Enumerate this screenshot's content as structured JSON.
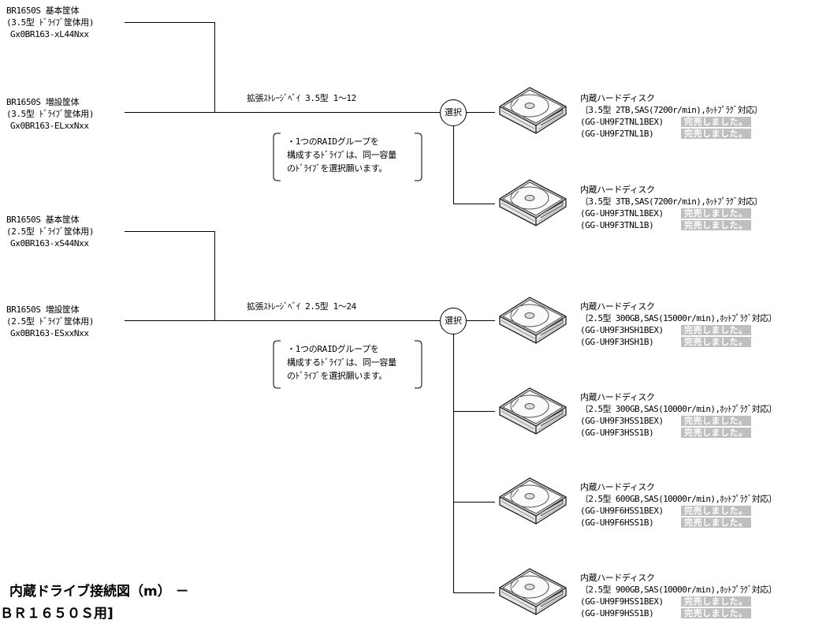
{
  "enclosures": [
    {
      "name": "BR1650S 基本筐体",
      "type": "(3.5型 ﾄﾞﾗｲﾌﾞ筐体用)",
      "model": "Gx0BR163-xL44Nxx"
    },
    {
      "name": "BR1650S 増設筐体",
      "type": "(3.5型 ﾄﾞﾗｲﾌﾞ筐体用)",
      "model": "Gx0BR163-ELxxNxx"
    },
    {
      "name": "BR1650S 基本筐体",
      "type": "(2.5型 ﾄﾞﾗｲﾌﾞ筐体用)",
      "model": "Gx0BR163-xS44Nxx"
    },
    {
      "name": "BR1650S 増設筐体",
      "type": "(2.5型 ﾄﾞﾗｲﾌﾞ筐体用)",
      "model": "Gx0BR163-ESxxNxx"
    }
  ],
  "bays": [
    {
      "label": "拡張ｽﾄﾚｰｼﾞﾍﾞｲ 3.5型 1～12"
    },
    {
      "label": "拡張ｽﾄﾚｰｼﾞﾍﾞｲ 2.5型 1～24"
    }
  ],
  "select_label": "選択",
  "note_lines": [
    "・1つのRAIDグループを",
    "構成するﾄﾞﾗｲﾌﾞは、同一容量",
    "のﾄﾞﾗｲﾌﾞを選択願います。"
  ],
  "disks": [
    {
      "title": "内蔵ハードディスク",
      "spec": "〔3.5型 2TB,SAS(7200r/min),ﾎｯﾄﾌﾟﾗｸﾞ対応〕",
      "codes": [
        "(GG-UH9F2TNL1BEX)",
        "(GG-UH9F2TNL1B)"
      ]
    },
    {
      "title": "内蔵ハードディスク",
      "spec": "〔3.5型 3TB,SAS(7200r/min),ﾎｯﾄﾌﾟﾗｸﾞ対応〕",
      "codes": [
        "(GG-UH9F3TNL1BEX)",
        "(GG-UH9F3TNL1B)"
      ]
    },
    {
      "title": "内蔵ハードディスク",
      "spec": "〔2.5型 300GB,SAS(15000r/min),ﾎｯﾄﾌﾟﾗｸﾞ対応〕",
      "codes": [
        "(GG-UH9F3HSH1BEX)",
        "(GG-UH9F3HSH1B)"
      ]
    },
    {
      "title": "内蔵ハードディスク",
      "spec": "〔2.5型 300GB,SAS(10000r/min),ﾎｯﾄﾌﾟﾗｸﾞ対応〕",
      "codes": [
        "(GG-UH9F3HSS1BEX)",
        "(GG-UH9F3HSS1B)"
      ]
    },
    {
      "title": "内蔵ハードディスク",
      "spec": "〔2.5型 600GB,SAS(10000r/min),ﾎｯﾄﾌﾟﾗｸﾞ対応〕",
      "codes": [
        "(GG-UH9F6HSS1BEX)",
        "(GG-UH9F6HSS1B)"
      ]
    },
    {
      "title": "内蔵ハードディスク",
      "spec": "〔2.5型 900GB,SAS(10000r/min),ﾎｯﾄﾌﾟﾗｸﾞ対応〕",
      "codes": [
        "(GG-UH9F9HSS1BEX)",
        "(GG-UH9F9HSS1B)"
      ]
    }
  ],
  "sold_out_label": "完売しました。",
  "footer": {
    "title": "内蔵ドライブ接続図（m） －",
    "subtitle": "ＢＲ１６５０Ｓ用]"
  },
  "colors": {
    "line": "#000000",
    "sold_out_bg": "#bfbfbf",
    "sold_out_text": "#ffffff"
  }
}
